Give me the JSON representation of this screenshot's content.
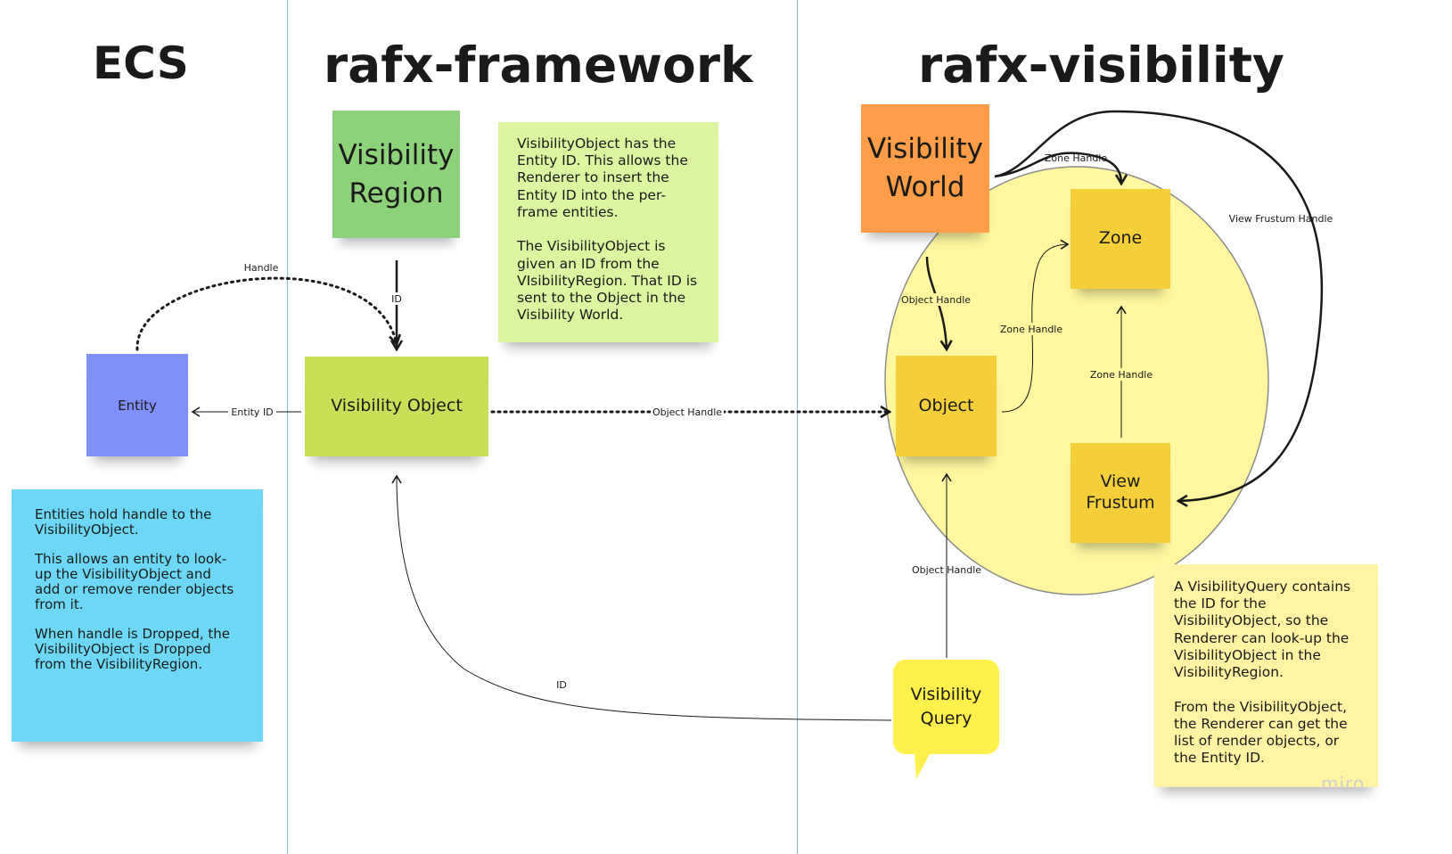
{
  "titles": {
    "ecs": "ECS",
    "framework": "rafx-framework",
    "visibility": "rafx-visibility"
  },
  "nodes": {
    "entity": "Entity",
    "visibility_region": "Visibility Region",
    "visibility_object": "Visibility Object",
    "visibility_world": "Visibility World",
    "zone": "Zone",
    "object": "Object",
    "view_frustum": "View Frustum",
    "visibility_query": "Visibility Query"
  },
  "notes": {
    "framework_note": "VisibilityObject has the Entity ID. This allows the Renderer to insert the Entity ID into the per-frame entities.\n\nThe VisibilityObject is given an ID from the VIsibilityRegion. That ID is sent to the Object in the Visibility World.",
    "ecs_note": "Entities hold handle to the VisibilityObject.\n\nThis allows an entity to look-up the VisibilityObject and add or remove render objects from it.\n\nWhen handle is Dropped, the VisibilityObject is Dropped from the VisibilityRegion.",
    "query_note": "A VisibilityQuery contains the ID for the VisibilityObject, so the Renderer can look-up the VisibilityObject in the VisibilityRegion.\n\nFrom the VisibilityObject, the Renderer can get the list of render objects, or the Entity ID."
  },
  "connectors": {
    "handle": "Handle",
    "region_id": "ID",
    "entity_id": "Entity ID",
    "object_handle_main": "Object Handle",
    "zone_handle_world": "Zone Handle",
    "view_frustum_handle": "View Frustum Handle",
    "object_handle_world": "Object Handle",
    "zone_handle_object": "Zone Handle",
    "zone_handle_frustum": "Zone Handle",
    "object_handle_query": "Object Handle",
    "query_id": "ID"
  },
  "watermark": "miro",
  "colors": {
    "entity": "#7f8ffb",
    "visibility_region": "#8dd27b",
    "visibility_object": "#cadf58",
    "framework_note": "#dcf5a0",
    "ecs_note": "#6dd8f6",
    "visibility_world": "#ff9d48",
    "zone_ellipse": "#fff8a0",
    "yellow_sticky": "#f5cf3a",
    "visibility_query": "#fff04c",
    "query_note": "#fff4a3",
    "divider": "#7fc4cf"
  }
}
